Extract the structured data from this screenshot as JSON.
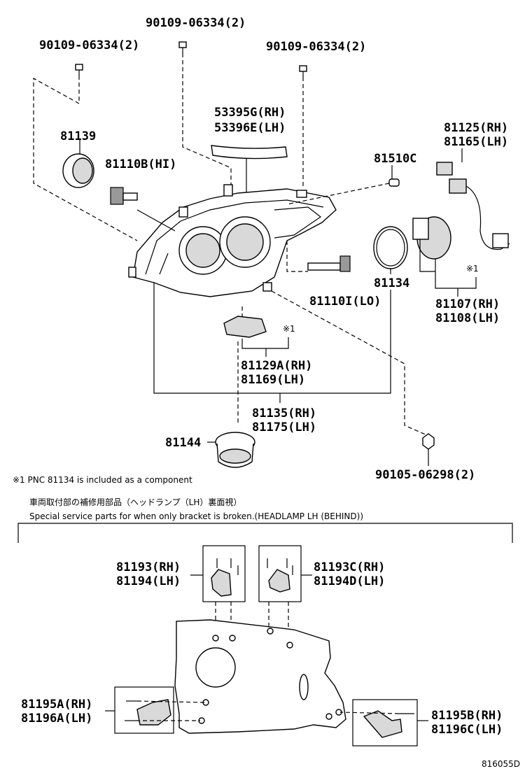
{
  "labels": {
    "p1": "90109-06334(2)",
    "p2": "90109-06334(2)",
    "p3": "90109-06334(2)",
    "p4": "53395G(RH)",
    "p5": "53396E(LH)",
    "p6": "81139",
    "p7": "81110B(HI)",
    "p8": "81510C",
    "p9": "81125(RH)",
    "p10": "81165(LH)",
    "p11": "81134",
    "p12": "81110I(LO)",
    "p13": "※1",
    "p14": "81107(RH)",
    "p15": "81108(LH)",
    "p16": "※1",
    "p17": "81129A(RH)",
    "p18": "81169(LH)",
    "p19": "81135(RH)",
    "p20": "81175(LH)",
    "p21": "81144",
    "p22": "90105-06298(2)",
    "p23": "81193(RH)",
    "p24": "81194(LH)",
    "p25": "81193C(RH)",
    "p26": "81194D(LH)",
    "p27": "81195A(RH)",
    "p28": "81196A(LH)",
    "p29": "81195B(RH)",
    "p30": "81196C(LH)"
  },
  "notes": {
    "footnote": "※1  PNC 81134 is included as a component",
    "jp_title": "車両取付部の補修用部品（ヘッドランプ（LH）裏面視）",
    "en_title": "Special service parts for when only bracket is broken.(HEADLAMP LH (BEHIND))",
    "diagram_id": "816055D"
  }
}
